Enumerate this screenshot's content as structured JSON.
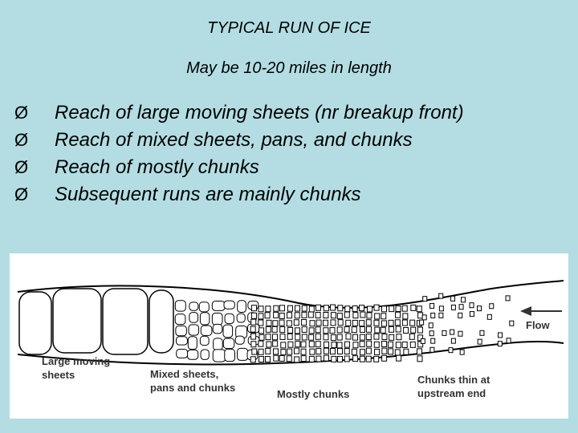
{
  "slide": {
    "title": "TYPICAL RUN OF ICE",
    "subtitle": "May be 10-20 miles in length",
    "bullet_glyph": "Ø",
    "bullets": [
      "Reach of large moving sheets (nr breakup front)",
      "Reach of mixed sheets, pans, and chunks",
      "Reach of mostly chunks",
      "Subsequent runs are mainly chunks"
    ]
  },
  "diagram": {
    "labels": {
      "large_1": "Large moving",
      "large_2": "sheets",
      "mixed_1": "Mixed sheets,",
      "mixed_2": "pans and chunks",
      "mostly": "Mostly chunks",
      "thin_1": "Chunks thin at",
      "thin_2": "upstream end",
      "flow": "Flow"
    },
    "colors": {
      "text": "#333333",
      "line": "#000000",
      "background": "#ffffff"
    }
  }
}
